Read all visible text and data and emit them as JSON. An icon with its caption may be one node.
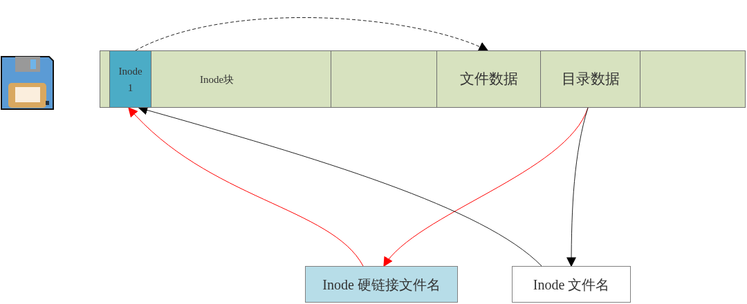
{
  "diagram": {
    "nodes": [
      {
        "text": [],
        "shape": "box"
      },
      {
        "text": [
          "Inode 1"
        ]
      },
      {
        "text": [
          "Inode块"
        ]
      },
      {
        "text": [],
        "shape": "box"
      },
      {
        "text": [
          "文件数据"
        ]
      },
      {
        "text": [
          "目录数据"
        ]
      },
      {
        "text": [],
        "shape": "box"
      },
      {
        "text": [
          "Inode 硬链接文件名"
        ]
      },
      {
        "text": [
          "Inode 文件名"
        ]
      }
    ],
    "edges": [
      {
        "from": 1,
        "to": 4,
        "arrow": "to",
        "style": "dashed"
      },
      {
        "from": 5,
        "to": 7,
        "arrow": "to",
        "color": "#ff0000"
      },
      {
        "from": 5,
        "to": 8,
        "arrow": "to"
      },
      {
        "from": 7,
        "to": 1,
        "arrow": "to",
        "color": "#ff0000"
      },
      {
        "from": 8,
        "to": 1,
        "arrow": "to"
      }
    ]
  }
}
